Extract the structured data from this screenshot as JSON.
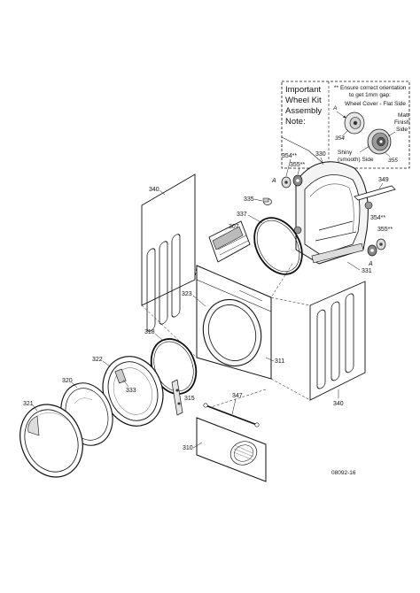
{
  "note": {
    "title_lines": [
      "Important",
      "Wheel Kit",
      "Assembly",
      "Note:"
    ],
    "instruction_lines": [
      "Ensure correct orientation",
      "to get 1mm gap:"
    ],
    "instruction_marker": "**",
    "wheel_cover_label": "Wheel Cover - Flat Side",
    "matt_finish_lines": [
      "Matt",
      "Finish",
      "Side"
    ],
    "shiny_side_lines": [
      "Shiny",
      "(smooth) Side"
    ],
    "marker_a": "A",
    "part_354": "354",
    "part_355": "355"
  },
  "callouts": {
    "p340_top": "340",
    "p340_bottom": "340",
    "p335": "335",
    "p337": "337",
    "p307": "307",
    "p330": "330",
    "p349": "349",
    "p331": "331",
    "p354_top": "354**",
    "p355_top": "355**",
    "p354_bottom": "354**",
    "p355_bottom": "355**",
    "a_top": "A",
    "a_bottom": "A",
    "p323": "323",
    "p311": "311",
    "p318": "318",
    "p322": "322",
    "p320": "320",
    "p333": "333",
    "p315": "315",
    "p347": "347",
    "p321": "321",
    "p310": "310"
  },
  "document_id": "08092-16"
}
